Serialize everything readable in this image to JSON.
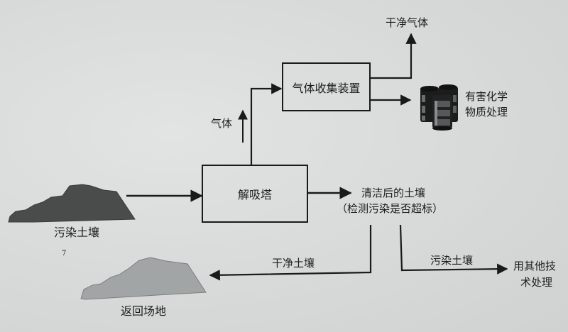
{
  "diagram": {
    "nodes": {
      "contaminated_soil": "污染土壤",
      "desorption_tower": "解吸塔",
      "gas_collector": "气体收集装置",
      "clean_gas": "干净气体",
      "hazardous_treatment_line1": "有害化学",
      "hazardous_treatment_line2": "物质处理",
      "cleaned_soil": "清洁后的土壤",
      "cleaned_soil_note": "（检测污染是否超标）",
      "return_site": "返回场地",
      "other_tech_line1": "用其他技",
      "other_tech_line2": "术处理"
    },
    "edges": {
      "gas": "气体",
      "clean_soil": "干净土壤",
      "polluted_soil": "污染土壤"
    },
    "stray_mark": "7",
    "colors": {
      "line": "#1a1a1a",
      "soil_dark": "#4a4c4c",
      "soil_light": "#9fa2a2",
      "paper": "#d9dcdb"
    }
  }
}
